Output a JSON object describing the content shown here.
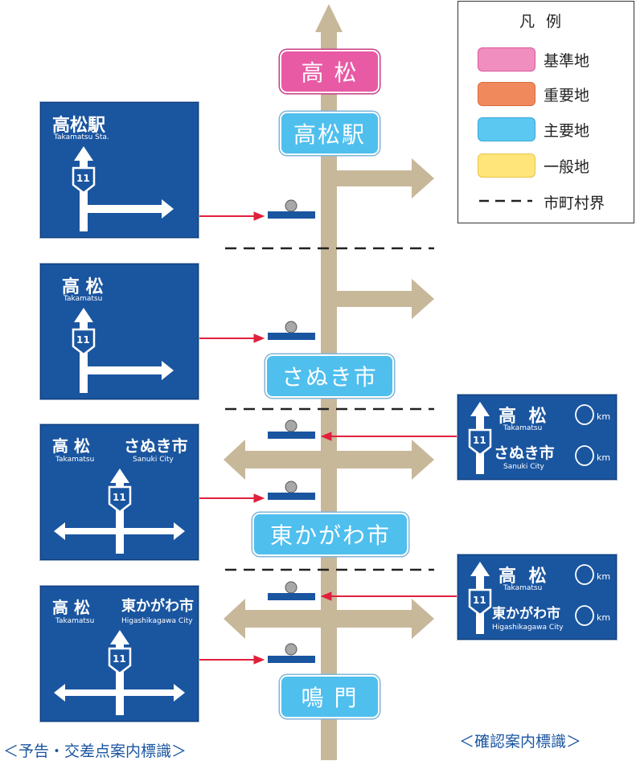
{
  "places": {
    "takamatsu": "高 松",
    "takamatsu_station": "高松駅",
    "sanuki": "さぬき市",
    "higashikagawa": "東かがわ市",
    "naruto": "鳴 門"
  },
  "legend": {
    "title": "凡例",
    "items": [
      {
        "label": "基準地",
        "color": "#f08ec0",
        "border": "#d9579e"
      },
      {
        "label": "重要地",
        "color": "#f08a5d",
        "border": "#d96a3c"
      },
      {
        "label": "主要地",
        "color": "#5bc8f2",
        "border": "#3aa6d6"
      },
      {
        "label": "一般地",
        "color": "#ffe57a",
        "border": "#e8c54a"
      }
    ],
    "boundary_label": "市町村界"
  },
  "route_number": "11",
  "signs_left": [
    {
      "dest": "高松駅",
      "dest_en": "Takamatsu Sta."
    },
    {
      "dest": "高 松",
      "dest_en": "Takamatsu"
    },
    {
      "dest": "高 松",
      "dest_en": "Takamatsu",
      "dest2": "さぬき市",
      "dest2_en": "Sanuki City"
    },
    {
      "dest": "高 松",
      "dest_en": "Takamatsu",
      "dest2": "東かがわ市",
      "dest2_en": "Higashikagawa City"
    }
  ],
  "signs_right": [
    {
      "dest": "高 松",
      "dest_en": "Takamatsu",
      "dest2": "さぬき市",
      "dest2_en": "Sanuki City",
      "unit": "km"
    },
    {
      "dest": "高 松",
      "dest_en": "Takamatsu",
      "dest2": "東かがわ市",
      "dest2_en": "Higashikagawa City",
      "unit": "km"
    }
  ],
  "captions": {
    "left": "＜予告・交差点案内標識＞",
    "right": "＜確認案内標識＞"
  },
  "colors": {
    "road": "#c8b89a",
    "sign_blue": "#1a55a0",
    "arrow_red": "#e0203c",
    "base_pink": "#e85aa4",
    "main_blue": "#4fbfee"
  }
}
